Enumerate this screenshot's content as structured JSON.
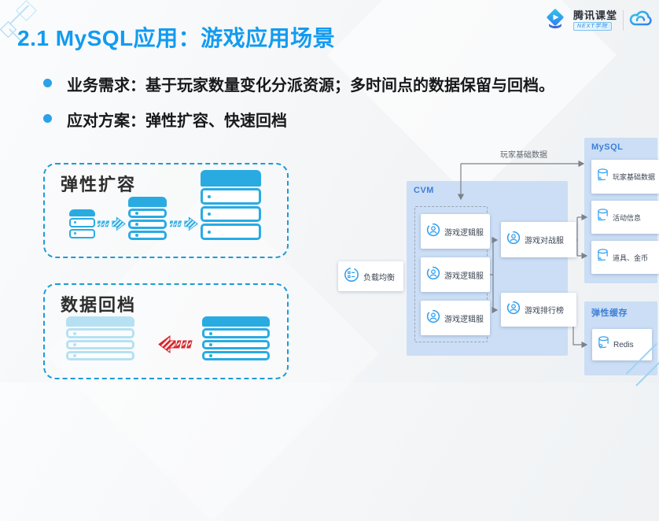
{
  "header": {
    "title": "2.1 MySQL应用：游戏应用场景",
    "logo": {
      "brand": "腾讯课堂",
      "badge": "NEXT学院"
    }
  },
  "bullets": [
    {
      "label": "业务需求：",
      "text": "基于玩家数量变化分派资源；多时间点的数据保留与回档。"
    },
    {
      "label": "应对方案：",
      "text": "弹性扩容、快速回档"
    }
  ],
  "concepts": {
    "scaling": {
      "title": "弹性扩容"
    },
    "rollback": {
      "title": "数据回档"
    }
  },
  "architecture": {
    "flow_label": "玩家基础数据",
    "load_balancer": {
      "label": "负载均衡"
    },
    "cvm": {
      "label": "CVM",
      "logic_servers": [
        {
          "label": "游戏逻辑服"
        },
        {
          "label": "游戏逻辑服"
        },
        {
          "label": "游戏逻辑服"
        }
      ],
      "battle_server": {
        "label": "游戏对战服"
      },
      "leaderboard": {
        "label": "游戏排行榜"
      }
    },
    "mysql": {
      "label": "MySQL",
      "databases": [
        {
          "label": "玩家基础数据"
        },
        {
          "label": "活动信息"
        },
        {
          "label": "道具、金币"
        }
      ]
    },
    "cache": {
      "label": "弹性缓存",
      "services": [
        {
          "label": "Redis"
        }
      ]
    }
  },
  "colors": {
    "accent_blue": "#129bf0",
    "icon_blue": "#29abe2",
    "panel_blue": "#cbdef5",
    "alert_red": "#d2232a"
  }
}
